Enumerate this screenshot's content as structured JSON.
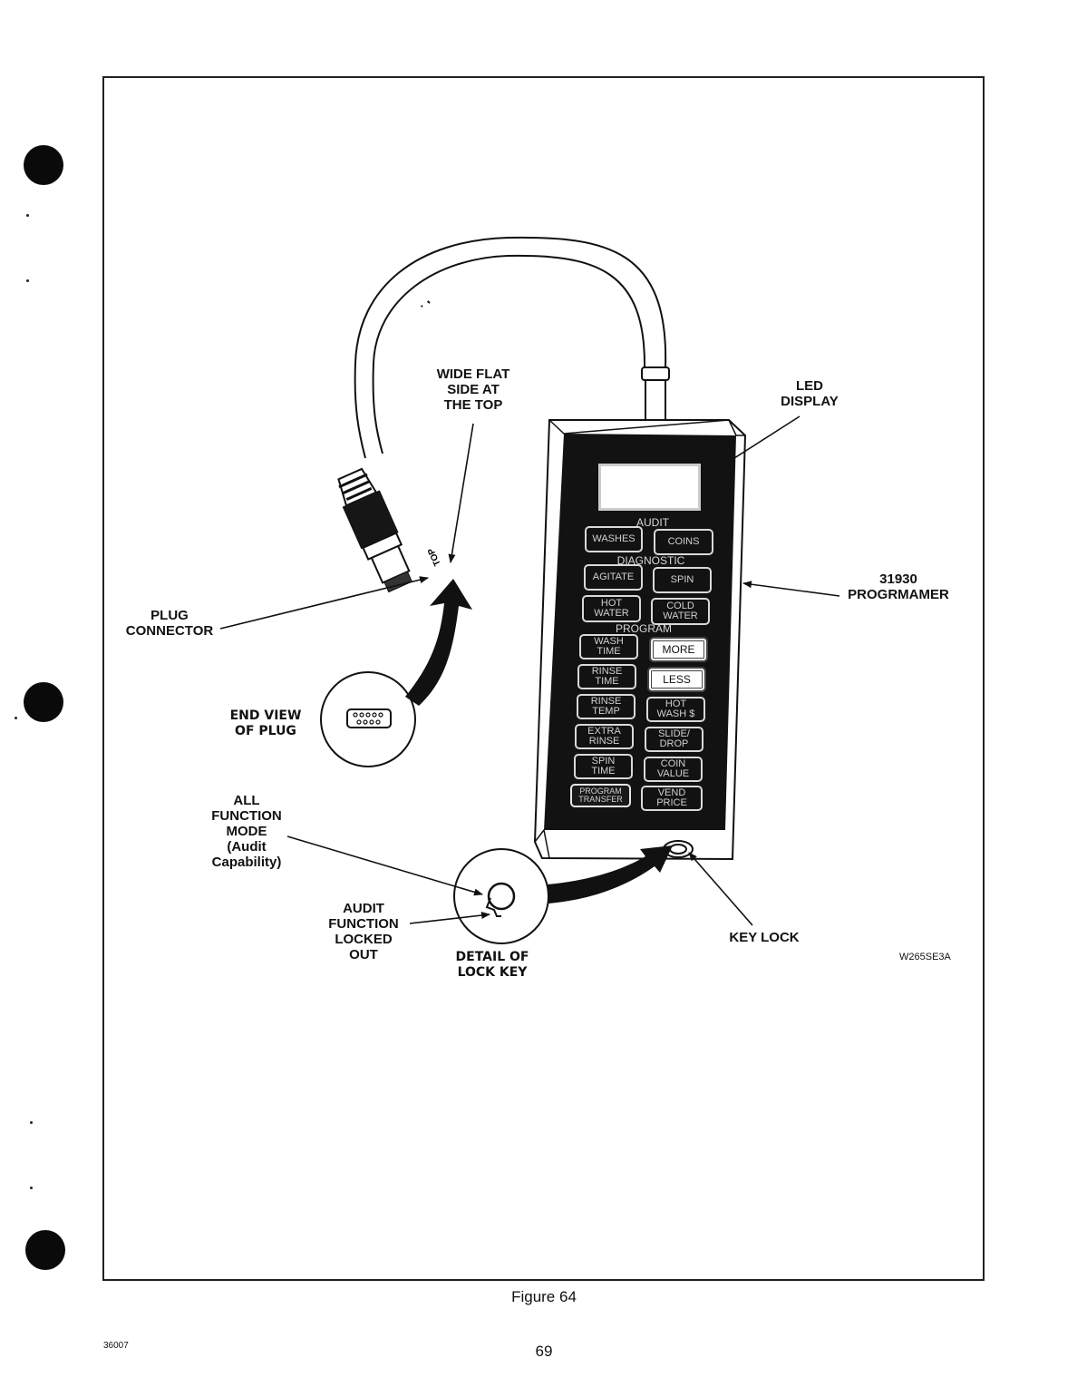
{
  "labels": {
    "wide_flat": [
      "WIDE FLAT",
      "SIDE AT",
      "THE TOP"
    ],
    "led_display": [
      "LED",
      "DISPLAY"
    ],
    "programmer": [
      "31930",
      "PROGRMAMER"
    ],
    "plug_connector": [
      "PLUG",
      "CONNECTOR"
    ],
    "end_view": [
      "END VIEW",
      "OF PLUG"
    ],
    "all_function": [
      "ALL",
      "FUNCTION",
      "MODE",
      "(Audit",
      "Capability)"
    ],
    "audit_locked": [
      "AUDIT",
      "FUNCTION",
      "LOCKED",
      "OUT"
    ],
    "detail_lock": [
      "DETAIL OF",
      "LOCK KEY"
    ],
    "key_lock": "KEY LOCK",
    "drawing_code": "W265SE3A"
  },
  "device": {
    "sections": {
      "audit": "AUDIT",
      "diagnostic": "DIAGNOSTIC",
      "program": "PROGRAM"
    },
    "audit_keys": [
      [
        "WASHES"
      ],
      [
        "COINS"
      ]
    ],
    "diagnostic_keys": [
      [
        "AGITATE"
      ],
      [
        "SPIN"
      ],
      [
        "HOT",
        "WATER"
      ],
      [
        "COLD",
        "WATER"
      ]
    ],
    "program_keys": [
      [
        "WASH",
        "TIME"
      ],
      [
        "MORE"
      ],
      [
        "RINSE",
        "TIME"
      ],
      [
        "LESS"
      ],
      [
        "RINSE",
        "TEMP"
      ],
      [
        "HOT",
        "WASH $"
      ],
      [
        "EXTRA",
        "RINSE"
      ],
      [
        "SLIDE/",
        "DROP"
      ],
      [
        "SPIN",
        "TIME"
      ],
      [
        "COIN",
        "VALUE"
      ],
      [
        "PROGRAM",
        "TRANSFER"
      ],
      [
        "VEND",
        "PRICE"
      ]
    ],
    "plug_tab_text": "TOP"
  },
  "caption": "Figure 64",
  "page_number": "69",
  "doc_number": "36007",
  "colors": {
    "ink": "#111111",
    "panel": "#121212",
    "paper": "#ffffff"
  }
}
